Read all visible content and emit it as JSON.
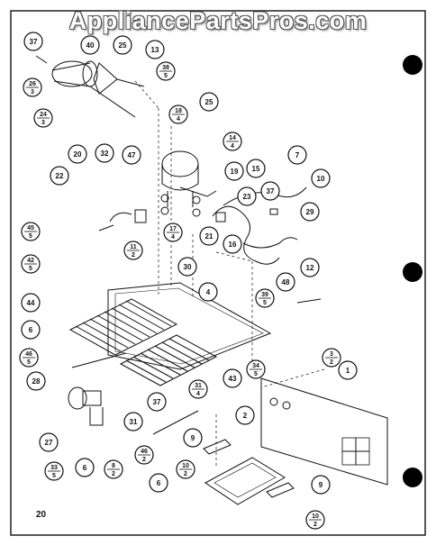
{
  "watermark": "AppliancePartsPros.com",
  "page_number": "20",
  "callouts": [
    {
      "top": "37"
    },
    {
      "top": "40"
    },
    {
      "top": "25"
    },
    {
      "top": "13"
    },
    {
      "top": "26",
      "bottom": "3"
    },
    {
      "top": "38",
      "bottom": "5"
    },
    {
      "top": "24",
      "bottom": "3"
    },
    {
      "top": "18",
      "bottom": "4"
    },
    {
      "top": "25"
    },
    {
      "top": "14",
      "bottom": "4"
    },
    {
      "top": "20"
    },
    {
      "top": "32"
    },
    {
      "top": "47"
    },
    {
      "top": "22"
    },
    {
      "top": "19"
    },
    {
      "top": "15"
    },
    {
      "top": "7"
    },
    {
      "top": "10"
    },
    {
      "top": "23"
    },
    {
      "top": "37"
    },
    {
      "top": "29"
    },
    {
      "top": "17",
      "bottom": "4"
    },
    {
      "top": "21"
    },
    {
      "top": "16"
    },
    {
      "top": "45",
      "bottom": "5"
    },
    {
      "top": "11",
      "bottom": "2"
    },
    {
      "top": "42",
      "bottom": "5"
    },
    {
      "top": "12"
    },
    {
      "top": "48"
    },
    {
      "top": "30"
    },
    {
      "top": "4"
    },
    {
      "top": "39",
      "bottom": "5"
    },
    {
      "top": "44"
    },
    {
      "top": "6"
    },
    {
      "top": "46",
      "bottom": "5"
    },
    {
      "top": "28"
    },
    {
      "top": "37"
    },
    {
      "top": "31",
      "bottom": "4"
    },
    {
      "top": "43"
    },
    {
      "top": "34",
      "bottom": "5"
    },
    {
      "top": "3",
      "bottom": "2"
    },
    {
      "top": "1"
    },
    {
      "top": "31"
    },
    {
      "top": "2"
    },
    {
      "top": "27"
    },
    {
      "top": "33",
      "bottom": "5"
    },
    {
      "top": "6"
    },
    {
      "top": "8",
      "bottom": "2"
    },
    {
      "top": "46",
      "bottom": "2"
    },
    {
      "top": "9"
    },
    {
      "top": "10",
      "bottom": "2"
    },
    {
      "top": "6"
    },
    {
      "top": "9"
    },
    {
      "top": "10",
      "bottom": "2"
    }
  ]
}
